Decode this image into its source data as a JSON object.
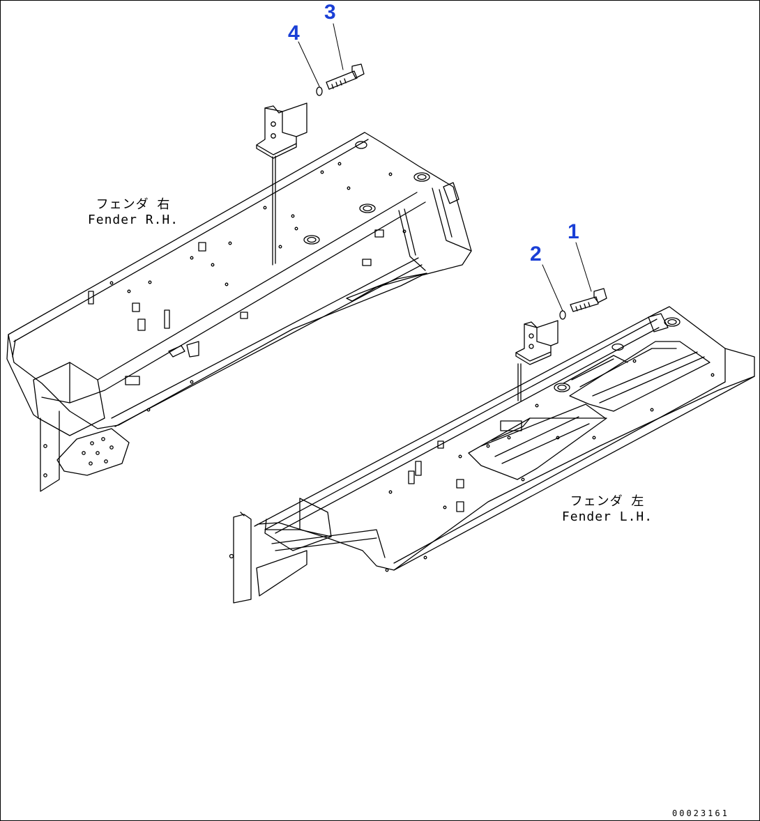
{
  "callouts": {
    "c1": "1",
    "c2": "2",
    "c3": "3",
    "c4": "4"
  },
  "labels": {
    "rh_jp": "フェンダ 右",
    "rh_en": "Fender R.H.",
    "lh_jp": "フェンダ 左",
    "lh_en": "Fender L.H."
  },
  "drawing_number": "00023161",
  "colors": {
    "callout": "#1a3fd6",
    "line": "#000000",
    "background": "#ffffff"
  }
}
